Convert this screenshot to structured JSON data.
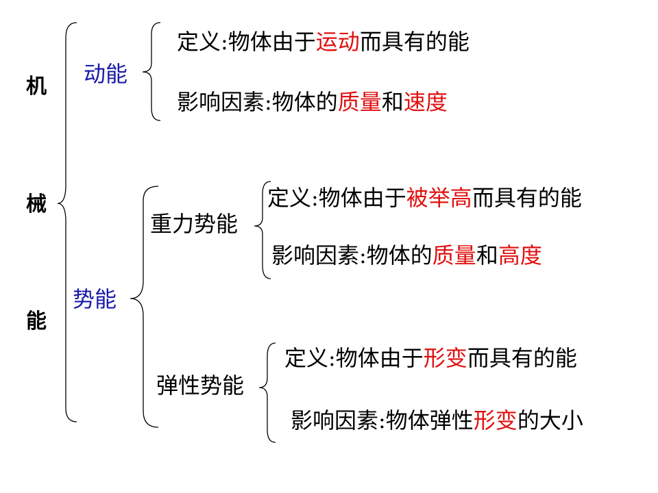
{
  "root": {
    "chars": [
      "机",
      "械",
      "能"
    ]
  },
  "kinetic": {
    "label": "动能",
    "definition": {
      "prefix": "定义:物体由于",
      "highlight": "运动",
      "suffix": "而具有的能"
    },
    "factors": {
      "prefix": "影响因素:物体的",
      "hl1": "质量",
      "mid": "和",
      "hl2": "速度"
    }
  },
  "potential": {
    "label": "势能",
    "gravitational": {
      "label": "重力势能",
      "definition": {
        "prefix": "定义:物体由于",
        "highlight": "被举高",
        "suffix": "而具有的能"
      },
      "factors": {
        "prefix": "影响因素:物体的",
        "hl1": "质量",
        "mid": "和",
        "hl2": "高度"
      }
    },
    "elastic": {
      "label": "弹性势能",
      "definition": {
        "prefix": "定义:物体由于",
        "highlight": "形变",
        "suffix": "而具有的能"
      },
      "factors": {
        "prefix": "影响因素:物体弹性",
        "highlight": "形变",
        "suffix": "的大小"
      }
    }
  },
  "colors": {
    "category": "#1a1aa8",
    "highlight": "#e01010",
    "text": "#000000"
  }
}
